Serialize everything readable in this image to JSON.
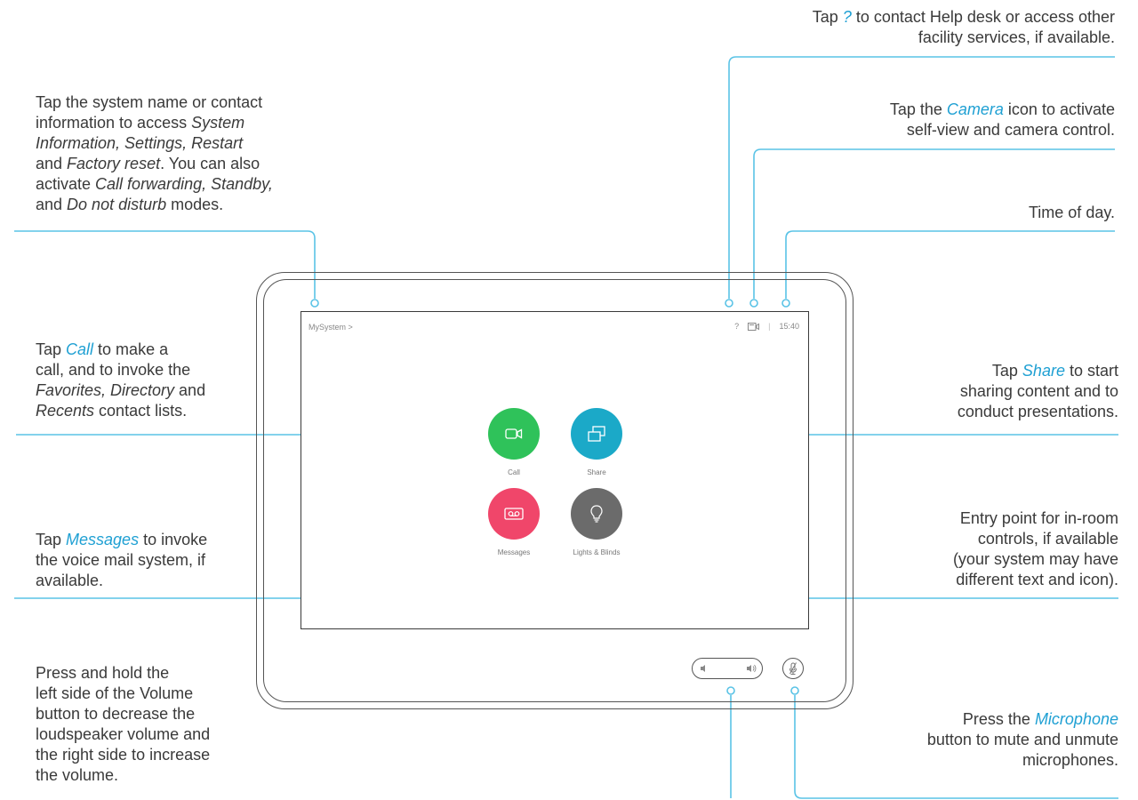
{
  "annotations": {
    "help": {
      "pre": "Tap ",
      "hl": "?",
      "post": " to contact Help desk or access other",
      "line2": "facility services, if available."
    },
    "system": {
      "l1": "Tap the system name or contact",
      "l2a": "information to access ",
      "l2b": "System",
      "l3": "Information, Settings, Restart",
      "l4a": "and ",
      "l4b": "Factory reset",
      "l4c": ". You can also",
      "l5a": "activate ",
      "l5b": "Call forwarding, Standby,",
      "l6a": "and ",
      "l6b": "Do not disturb",
      "l6c": " modes."
    },
    "camera": {
      "pre": "Tap the ",
      "hl": "Camera",
      "post": " icon to activate",
      "line2": "self-view and camera control."
    },
    "time": {
      "text": "Time of day."
    },
    "call": {
      "l1a": "Tap ",
      "l1b": "Call",
      "l1c": " to make a",
      "l2": "call, and to invoke the",
      "l3a": "Favorites, Directory",
      "l3b": " and",
      "l4a": "Recents",
      "l4b": " contact lists."
    },
    "share": {
      "pre": "Tap ",
      "hl": "Share",
      "post": " to start",
      "line2": "sharing content and to",
      "line3": "conduct presentations."
    },
    "messages": {
      "pre": "Tap ",
      "hl": "Messages",
      "post": " to invoke",
      "line2": "the voice mail system, if",
      "line3": "available."
    },
    "controls": {
      "l1": "Entry point for in-room",
      "l2": "controls, if available",
      "l3": "(your system may have",
      "l4": "different text and icon)."
    },
    "volume": {
      "l1": "Press and hold the",
      "l2": "left side of the Volume",
      "l3": "button to decrease the",
      "l4": "loudspeaker volume and",
      "l5": "the right side to increase",
      "l6": "the volume."
    },
    "microphone": {
      "pre": "Press the ",
      "hl": "Microphone",
      "line2": "button to mute and unmute",
      "line3": "microphones."
    }
  },
  "screen": {
    "system_name": "MySystem >",
    "help_icon": "?",
    "camera_icon": "camera-icon",
    "separator": "|",
    "time": "15:40",
    "tiles": [
      {
        "label": "Call",
        "color": "#2fc25a",
        "icon": "video-camera-icon"
      },
      {
        "label": "Share",
        "color": "#1ba9c8",
        "icon": "share-screens-icon"
      },
      {
        "label": "Messages",
        "color": "#f0466a",
        "icon": "voicemail-icon"
      },
      {
        "label": "Lights & Blinds",
        "color": "#6b6b6b",
        "icon": "lightbulb-icon"
      }
    ]
  },
  "colors": {
    "leader": "#5ac3e6",
    "highlight": "#1fa0d3"
  }
}
